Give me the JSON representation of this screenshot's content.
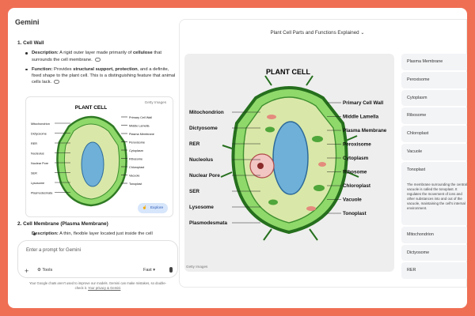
{
  "app": {
    "title": "Gemini"
  },
  "chat": {
    "cell_wall": {
      "heading": "1. Cell Wall",
      "desc_label": "Description:",
      "desc_text1": "A rigid outer layer made primarily of",
      "desc_bold": "cellulose",
      "desc_text2": "that surrounds the cell membrane.",
      "func_label": "Function:",
      "func_text1": "Provides",
      "func_bold1": "structural support, protection",
      "func_text2": ", and a definite, fixed shape to the plant cell. This is a distinguishing feature that animal cells lack."
    },
    "thumb": {
      "title": "PLANT CELL",
      "credit": "Getty Images",
      "explore": "Explore"
    },
    "cell_membrane": {
      "heading": "2. Cell Membrane (Plasma Membrane)",
      "desc_label": "Description:",
      "desc_text": "A thin, flexible layer located just inside the cell"
    },
    "input": {
      "placeholder": "Enter a prompt for Gemini",
      "tools": "Tools",
      "mode": "Fast"
    },
    "disclaimer": {
      "line1": "Your Google chats aren't used to improve our models. Gemini can make mistakes, so double-",
      "line2": "check it.",
      "privacy": "Your privacy & Gemini"
    }
  },
  "panel": {
    "title": "Plant Cell Parts and Functions Explained",
    "credit": "Getty Images",
    "diagram": {
      "title": "PLANT CELL",
      "left_labels": [
        "Mitochondrion",
        "Dictyosome",
        "RER",
        "Nucleolus",
        "Nuclear Pore",
        "SER",
        "Lysosome",
        "Plasmodesmata"
      ],
      "right_labels": [
        "Primary Cell Wall",
        "Middle Lamella",
        "Plasma Membrane",
        "Peroxisome",
        "Cytoplasm",
        "Ribosome",
        "Chloroplast",
        "Vacuole",
        "Tonoplast"
      ]
    },
    "thumb_left_labels": [
      "Mitochondrion",
      "Dictyosome",
      "RER",
      "Nucleolus",
      "Nuclear Pore",
      "SER",
      "Lysosome",
      "Plasmodesmata"
    ],
    "thumb_right_labels": [
      "Primary Cell Wall",
      "Middle Lamella",
      "Plasma Membrane",
      "Peroxisome",
      "Cytoplasm",
      "Ribosome",
      "Chloroplast",
      "Vacuole",
      "Tonoplast"
    ],
    "parts": [
      "Plasma Membrane",
      "Peroxisome",
      "Cytoplasm",
      "Ribosome",
      "Chloroplast",
      "Vacuole",
      "Tonoplast",
      "Mitochondrion",
      "Dictyosome",
      "RER"
    ],
    "tonoplast_desc": "The membrane surrounding the central vacuole is called the tonoplast. It regulates the movement of ions and other substances into and out of the vacuole, maintaining the cell's internal environment."
  },
  "colors": {
    "background": "#ef6f54",
    "cell_wall": "#7fcf5e",
    "membrane": "#2f8a2a",
    "vacuole": "#6fb0d8",
    "cytoplasm": "#d9e8a8",
    "explore": "#d7e6fb"
  }
}
